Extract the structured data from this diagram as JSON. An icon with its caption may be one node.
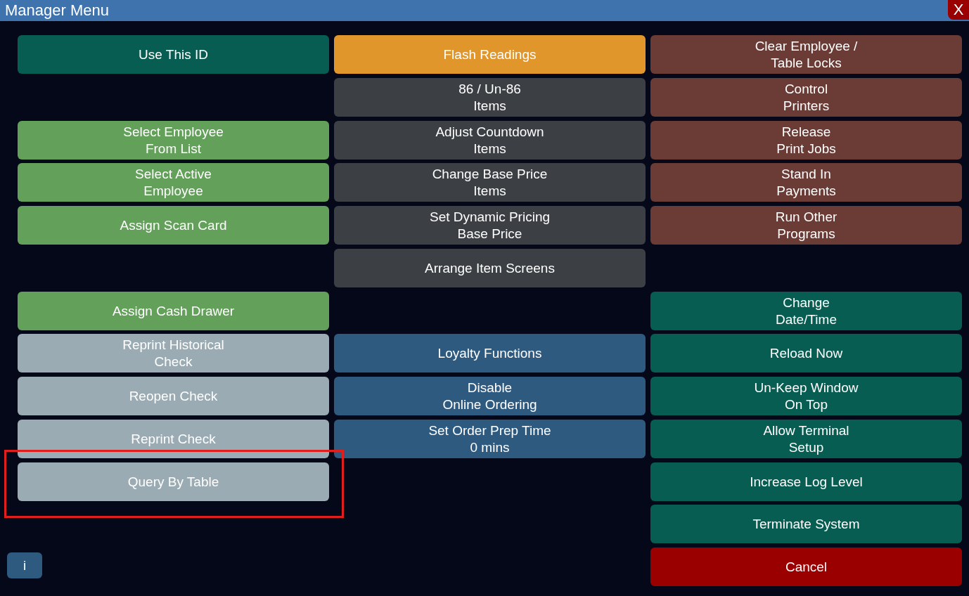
{
  "diagram": {
    "title": "Manager Menu",
    "nodes": [
      {
        "text": [
          "X"
        ]
      },
      {
        "text": [
          "Use This ID"
        ]
      },
      {
        "text": [
          "Flash Readings"
        ]
      },
      {
        "text": [
          "Clear Employee / Table Locks"
        ]
      },
      {
        "text": [
          "86 / Un-86 Items"
        ]
      },
      {
        "text": [
          "Control Printers"
        ]
      },
      {
        "text": [
          "Select Employee From List"
        ]
      },
      {
        "text": [
          "Adjust Countdown Items"
        ]
      },
      {
        "text": [
          "Release Print Jobs"
        ]
      },
      {
        "text": [
          "Select Active Employee"
        ]
      },
      {
        "text": [
          "Change Base Price Items"
        ]
      },
      {
        "text": [
          "Stand In Payments"
        ]
      },
      {
        "text": [
          "Assign Scan Card"
        ]
      },
      {
        "text": [
          "Set Dynamic Pricing Base Price"
        ]
      },
      {
        "text": [
          "Run Other Programs"
        ]
      },
      {
        "text": [
          "Arrange Item Screens"
        ]
      },
      {
        "text": [
          "Assign Cash Drawer"
        ]
      },
      {
        "text": [
          "Change Date/Time"
        ]
      },
      {
        "text": [
          "Reprint Historical Check"
        ]
      },
      {
        "text": [
          "Loyalty Functions"
        ]
      },
      {
        "text": [
          "Reload Now"
        ]
      },
      {
        "text": [
          "Reopen Check"
        ]
      },
      {
        "text": [
          "Disable Online Ordering"
        ]
      },
      {
        "text": [
          "Un-Keep Window On Top"
        ]
      },
      {
        "text": [
          "Reprint Check"
        ]
      },
      {
        "text": [
          "Set Order Prep Time 0 mins"
        ]
      },
      {
        "text": [
          "Allow Terminal Setup"
        ]
      },
      {
        "text": [],
        "shape": "box"
      },
      {
        "text": [
          "Query By Table"
        ],
        "in": 27
      },
      {
        "text": [
          "Increase Log Level"
        ]
      },
      {
        "text": [
          "Terminate System"
        ]
      },
      {
        "text": [
          "i"
        ]
      },
      {
        "text": [
          "Cancel"
        ]
      }
    ]
  }
}
